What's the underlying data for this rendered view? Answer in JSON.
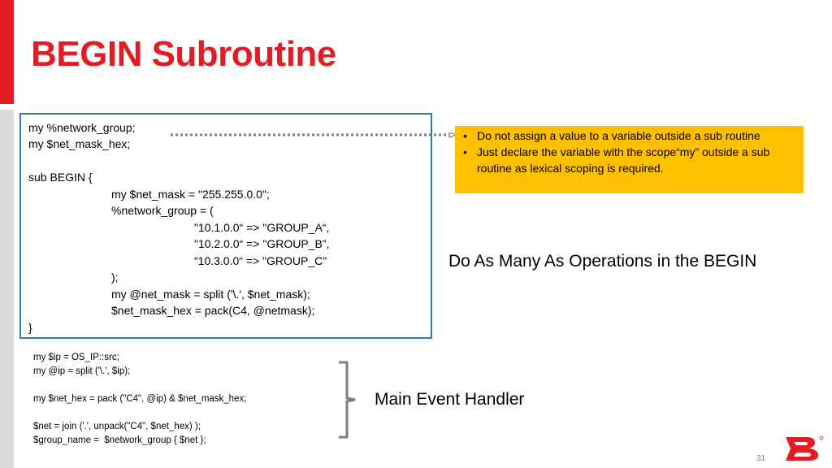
{
  "slide": {
    "title": "BEGIN Subroutine",
    "page_number": "31"
  },
  "begin_code": {
    "lines": [
      "my %network_group;",
      "my $net_mask_hex;",
      "",
      "sub BEGIN {",
      "my $net_mask = \"255.255.0.0\";",
      "%network_group = (",
      "\"10.1.0.0“ => \"GROUP_A“,",
      "\"10.2.0.0“ => \"GROUP_B”,",
      "“10.3.0.0“ => \"GROUP_C\"",
      ");",
      "my @net_mask = split ('\\.', $net_mask);",
      "$net_mask_hex = pack(C4, @netmask);",
      "}"
    ]
  },
  "note": {
    "items": [
      "Do not assign a value to a variable outside a sub routine",
      "Just declare the variable with the scope“my” outside a sub routine as lexical scoping is required."
    ],
    "bullet": "•",
    "background_color": "#ffc000"
  },
  "begin_caption": "Do As Many As Operations in the BEGIN",
  "handler_code": {
    "lines": [
      "my $ip = OS_IP::src;",
      "my @ip = split ('\\.', $ip);",
      "",
      "my $net_hex = pack (\"C4\", @ip) & $net_mask_hex;",
      "",
      "$net = join ('.', unpack(\"C4\", $net_hex) );",
      "$group_name =  $network_group { $net };"
    ]
  },
  "handler_caption": "Main Event Handler",
  "colors": {
    "accent_red": "#e31b23",
    "code_box_border": "#2e75b6",
    "connector": "#7f7f7f",
    "brace": "#7f7f7f"
  },
  "icons": {
    "logo": "brocade-logo-icon",
    "connector": "dotted-arrow-icon",
    "brace": "right-curly-brace-icon"
  }
}
